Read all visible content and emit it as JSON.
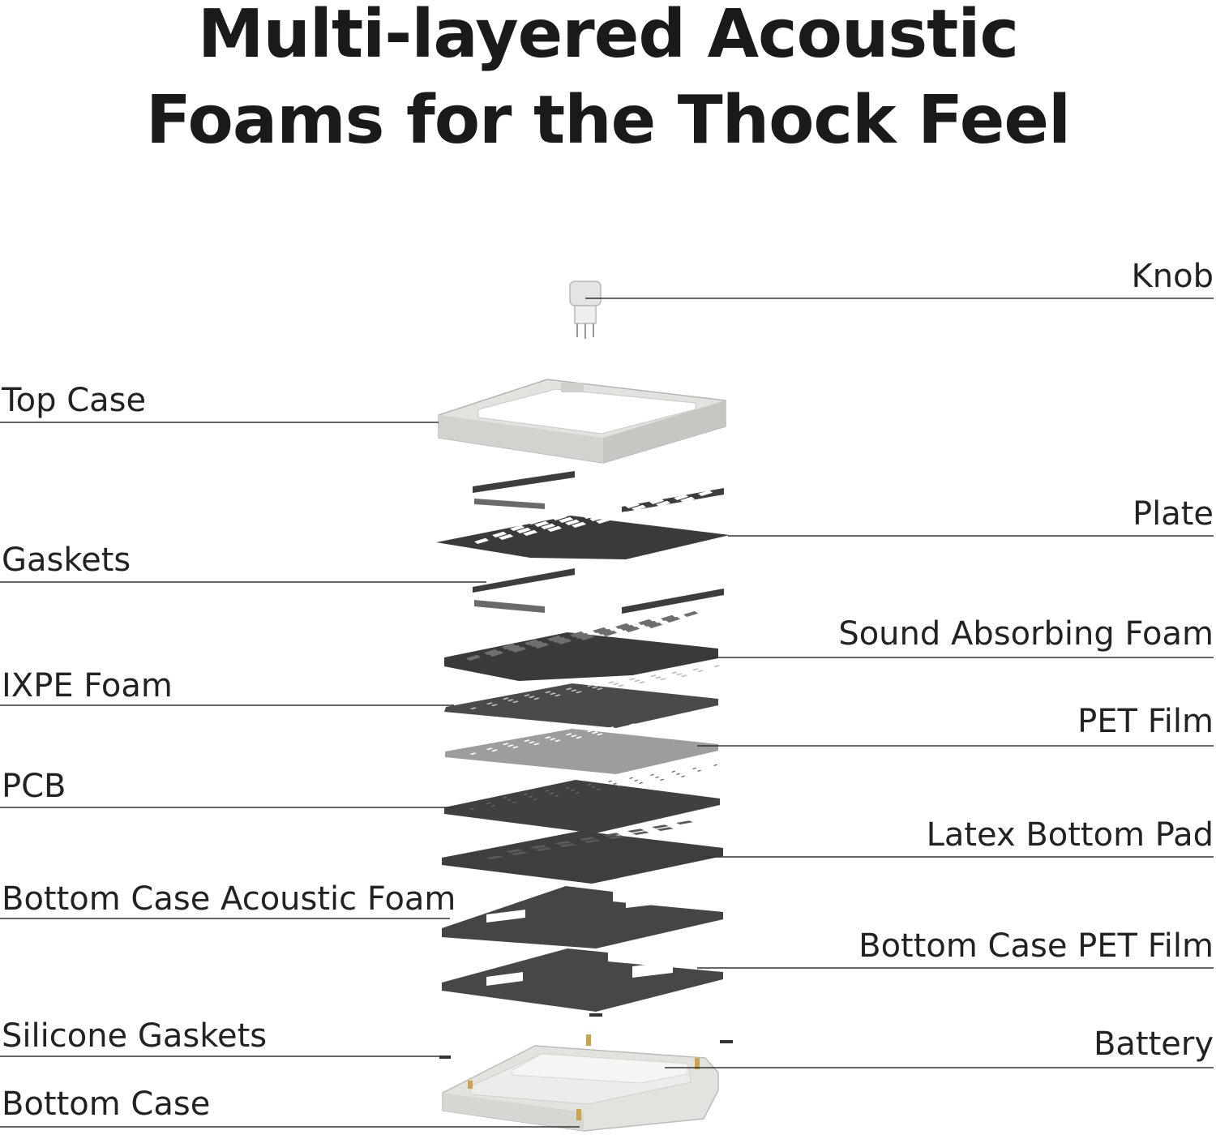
{
  "title": {
    "line1": "Multi-layered Acoustic",
    "line2": "Foams for the Thock Feel"
  },
  "labels": {
    "knob": "Knob",
    "top_case": "Top Case",
    "plate": "Plate",
    "gaskets": "Gaskets",
    "sound_absorbing_foam": "Sound Absorbing Foam",
    "ixpe_foam": "IXPE Foam",
    "pet_film": "PET Film",
    "pcb": "PCB",
    "latex_bottom_pad": "Latex Bottom Pad",
    "bottom_case_acoustic_foam": "Bottom Case Acoustic Foam",
    "bottom_case_pet_film": "Bottom Case PET Film",
    "silicone_gaskets": "Silicone Gaskets",
    "battery": "Battery",
    "bottom_case": "Bottom Case"
  },
  "colors": {
    "dark_layer": "#3b3b3b",
    "medium_layer": "#555555",
    "light_layer": "#9a9a9a",
    "case": "#dcdcd8",
    "leader_line": "#333333",
    "brass": "#c9a44a"
  }
}
